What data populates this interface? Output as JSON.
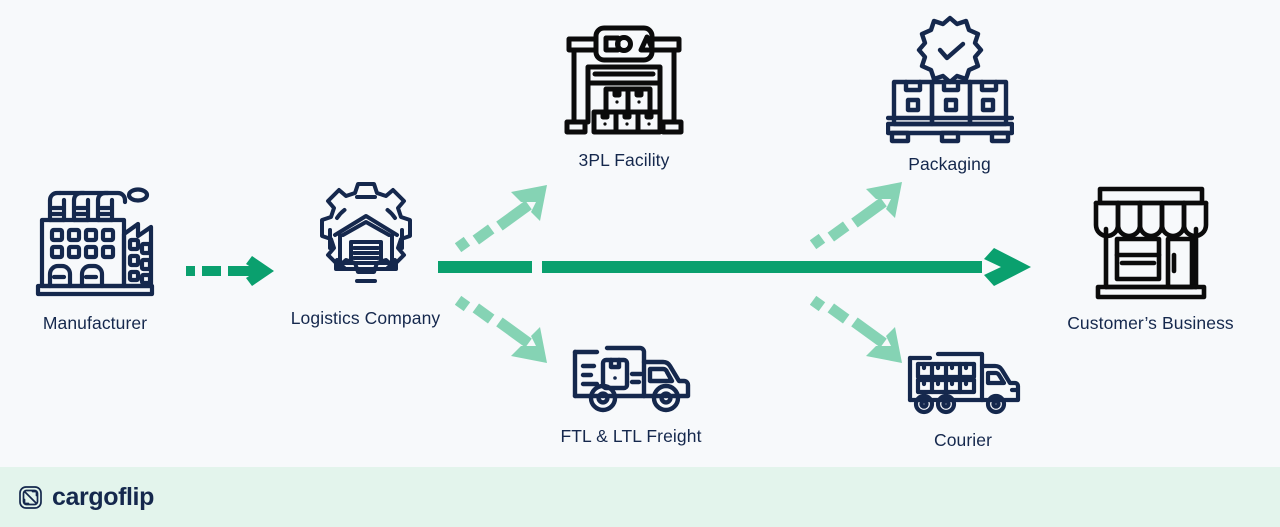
{
  "page": {
    "background_color": "#f7f9fb",
    "title": "Logistics Supply Chain Flow Diagram"
  },
  "colors": {
    "navy": "#15284d",
    "black_icon": "#0b0b0b",
    "green_solid": "#0aa06e",
    "green_light": "#85d3b4",
    "footer_bg": "#e3f4ec",
    "label_text": "#15284d"
  },
  "nodes": [
    {
      "id": "manufacturer",
      "label": "Manufacturer",
      "icon": "factory-icon",
      "icon_color": "#15284d"
    },
    {
      "id": "logistics-company",
      "label": "Logistics Company",
      "icon": "gear-warehouse-icon",
      "icon_color": "#15284d"
    },
    {
      "id": "3pl-facility",
      "label": "3PL Facility",
      "icon": "warehouse-shelving-icon",
      "icon_color": "#0b0b0b"
    },
    {
      "id": "packaging",
      "label": "Packaging",
      "icon": "pallet-boxes-check-icon",
      "icon_color": "#15284d"
    },
    {
      "id": "ftl-ltl-freight",
      "label": "FTL & LTL Freight",
      "icon": "delivery-truck-icon",
      "icon_color": "#15284d"
    },
    {
      "id": "courier",
      "label": "Courier",
      "icon": "courier-truck-icon",
      "icon_color": "#15284d"
    },
    {
      "id": "customers-business",
      "label": "Customer’s Business",
      "icon": "storefront-icon",
      "icon_color": "#0b0b0b"
    }
  ],
  "arrows": [
    {
      "id": "manufacturer-to-logistics",
      "name": "arrow-manufacturer-to-logistics",
      "style": "dashed-solid-head",
      "color": "#0aa06e",
      "direction": "right"
    },
    {
      "id": "logistics-to-3pl",
      "name": "arrow-logistics-to-3pl",
      "style": "dashed-solid-head",
      "color": "#85d3b4",
      "direction": "up-right"
    },
    {
      "id": "logistics-to-freight",
      "name": "arrow-logistics-to-freight",
      "style": "dashed-solid-head",
      "color": "#85d3b4",
      "direction": "down-right"
    },
    {
      "id": "logistics-to-customer",
      "name": "arrow-logistics-to-customer-main",
      "style": "dashed-solid-head",
      "color": "#0aa06e",
      "direction": "right"
    },
    {
      "id": "to-packaging",
      "name": "arrow-to-packaging",
      "style": "dashed-solid-head",
      "color": "#85d3b4",
      "direction": "up-right"
    },
    {
      "id": "to-courier",
      "name": "arrow-to-courier",
      "style": "dashed-solid-head",
      "color": "#85d3b4",
      "direction": "down-right"
    }
  ],
  "footer": {
    "brand_name": "cargoflip",
    "logo_icon": "cargoflip-mark-icon",
    "background_color": "#e3f4ec"
  }
}
